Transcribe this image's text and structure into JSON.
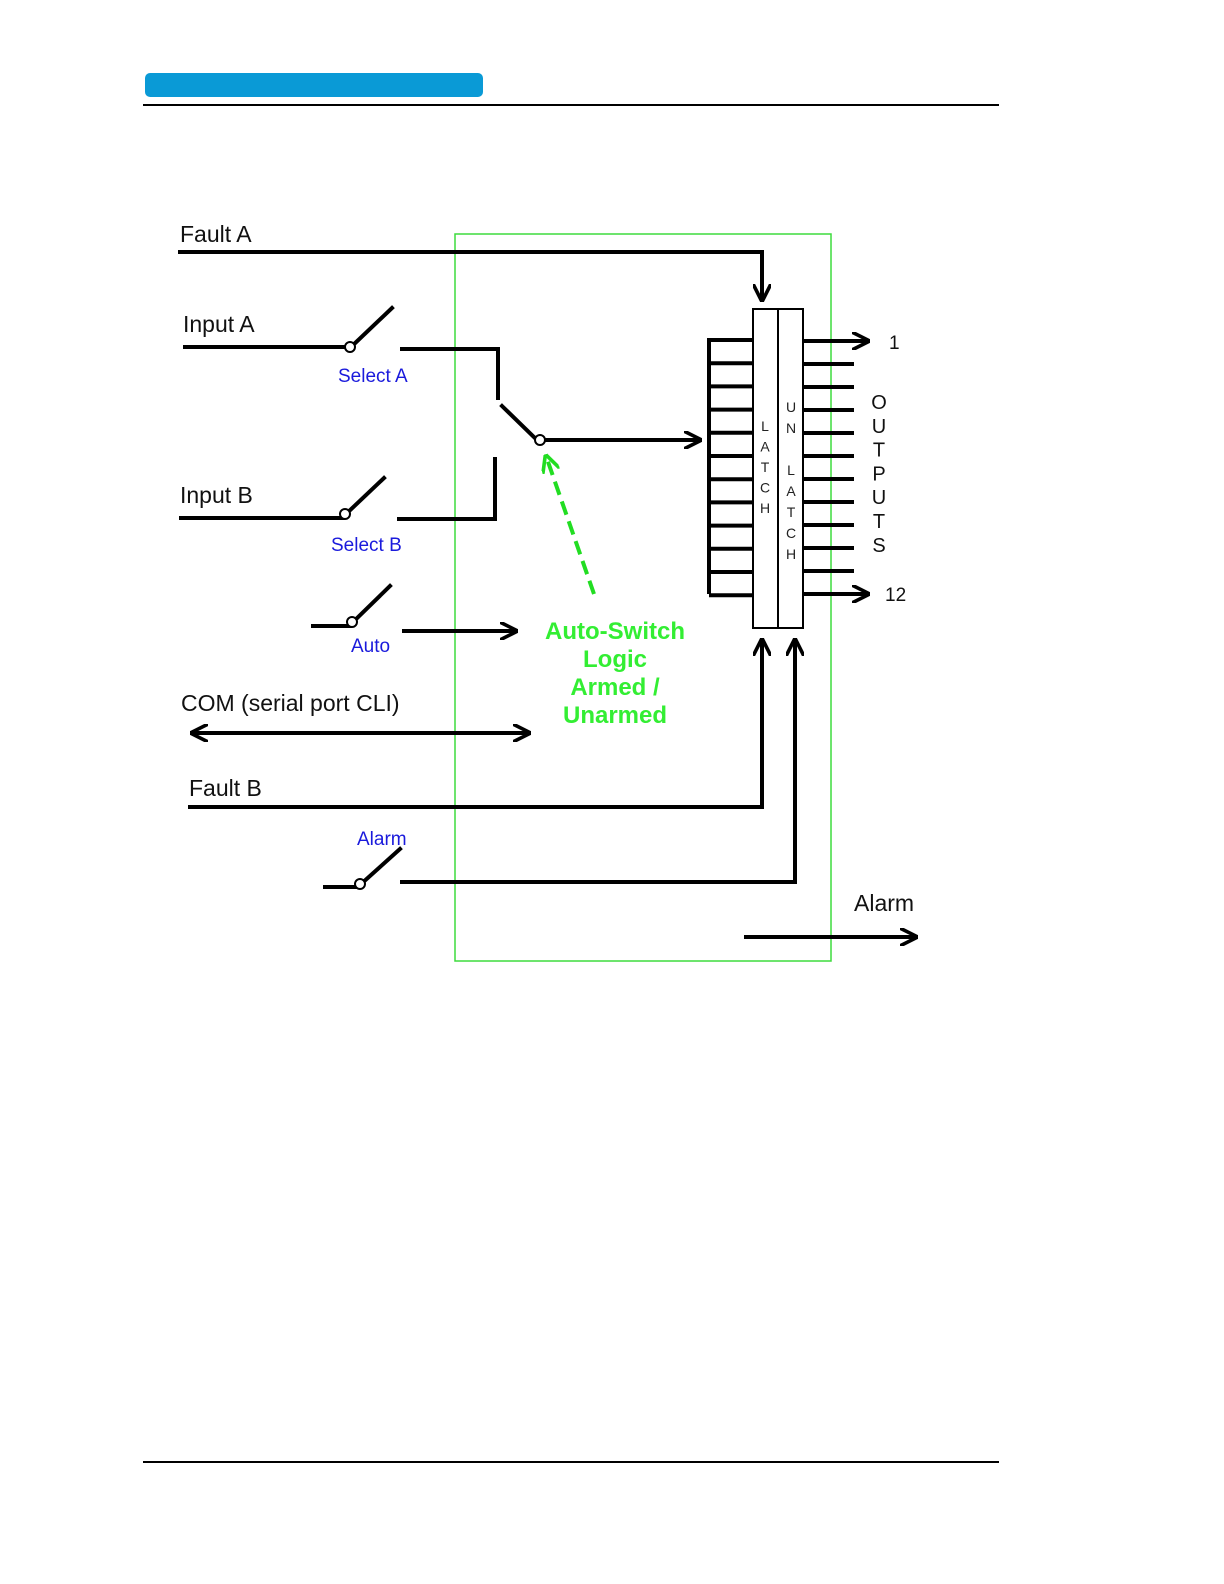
{
  "colors": {
    "header_bar": "#0a9ad6",
    "wire": "#000000",
    "switch_label": "#1a1adc",
    "logic_box": "#3ddc3d",
    "logic_text": "#33ee33",
    "logic_arrow": "#22dd22"
  },
  "labels": {
    "fault_a": "Fault A",
    "input_a": "Input A",
    "select_a": "Select A",
    "input_b": "Input B",
    "select_b": "Select B",
    "auto": "Auto",
    "com": "COM (serial port CLI)",
    "fault_b": "Fault B",
    "alarm_switch": "Alarm",
    "alarm_out": "Alarm",
    "output_first": "1",
    "output_last": "12"
  },
  "logic_text": [
    "Auto-Switch",
    "Logic",
    "Armed /",
    "Unarmed"
  ],
  "latch_letters": [
    "L",
    "A",
    "T",
    "C",
    "H"
  ],
  "unlatch_letters": [
    "U",
    "N",
    "",
    "L",
    "A",
    "T",
    "C",
    "H"
  ],
  "outputs_letters": [
    "O",
    "U",
    "T",
    "P",
    "U",
    "T",
    "S"
  ]
}
